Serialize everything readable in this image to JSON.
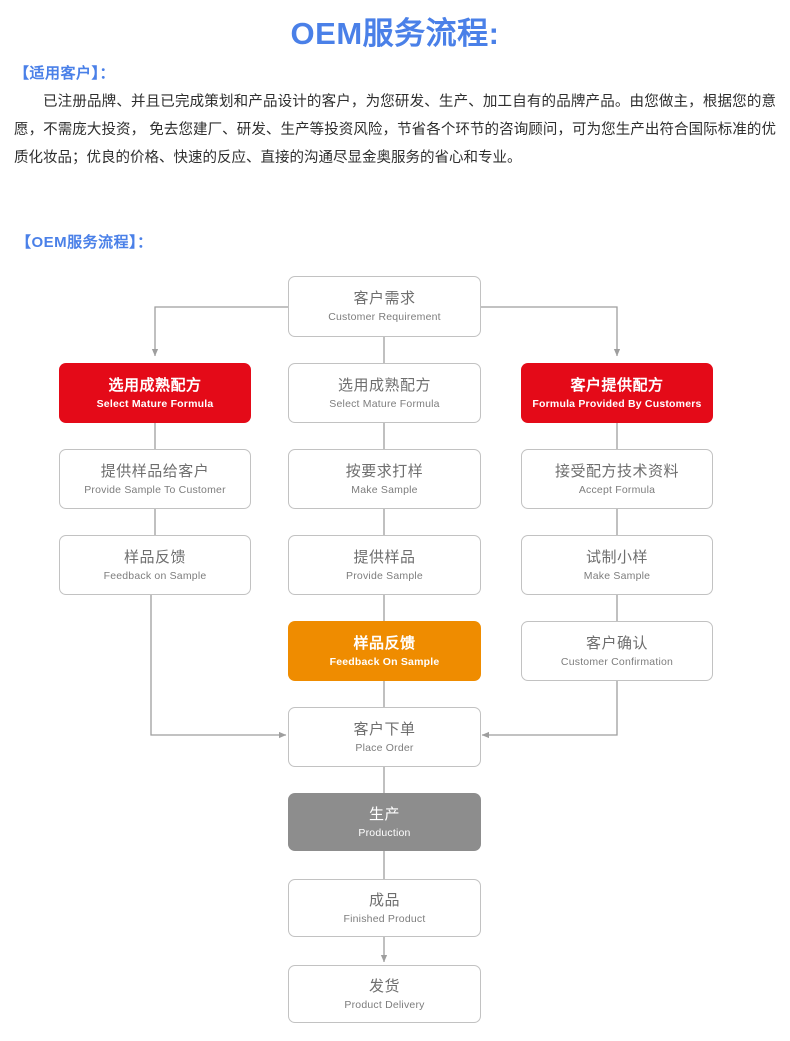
{
  "header": {
    "title": "OEM服务流程:",
    "title_color": "#4a80e8"
  },
  "customers_section": {
    "label": "【适用客户】：",
    "body": "已注册品牌、并且已完成策划和产品设计的客户，为您研发、生产、加工自有的品牌产品。由您做主，根据您的意愿，不需庞大投资， 免去您建厂、研发、生产等投资风险，节省各个环节的咨询顾问，可为您生产出符合国际标准的优质化妆品；优良的价格、快速的反应、直接的沟通尽显金奥服务的省心和专业。"
  },
  "process_section": {
    "label": "【OEM服务流程】："
  },
  "palette": {
    "red": "#e40a18",
    "orange": "#ef8c00",
    "gray": "#8d8d8d",
    "white": "#ffffff",
    "border": "#c2c2c2",
    "line": "#9e9e9e",
    "text": "#6e6e6e"
  },
  "flow": {
    "nodes": [
      {
        "id": "customer-requirement",
        "cn": "客户需求",
        "en": "Customer Requirement",
        "style": "white",
        "col": "center",
        "row": 0
      },
      {
        "id": "select-mature-formula-left",
        "cn": "选用成熟配方",
        "en": "Select Mature Formula",
        "style": "red",
        "col": "left",
        "row": 1
      },
      {
        "id": "select-mature-formula-center",
        "cn": "选用成熟配方",
        "en": "Select Mature Formula",
        "style": "white",
        "col": "center",
        "row": 1
      },
      {
        "id": "formula-provided-by-customers",
        "cn": "客户提供配方",
        "en": "Formula Provided By Customers",
        "style": "red",
        "col": "right",
        "row": 1
      },
      {
        "id": "provide-sample-to-customer",
        "cn": "提供样品给客户",
        "en": "Provide Sample To Customer",
        "style": "white",
        "col": "left",
        "row": 2
      },
      {
        "id": "make-sample-center",
        "cn": "按要求打样",
        "en": "Make Sample",
        "style": "white",
        "col": "center",
        "row": 2
      },
      {
        "id": "accept-formula",
        "cn": "接受配方技术资料",
        "en": "Accept Formula",
        "style": "white",
        "col": "right",
        "row": 2
      },
      {
        "id": "feedback-on-sample-left",
        "cn": "样品反馈",
        "en": "Feedback on Sample",
        "style": "white",
        "col": "left",
        "row": 3
      },
      {
        "id": "provide-sample-center",
        "cn": "提供样品",
        "en": "Provide Sample",
        "style": "white",
        "col": "center",
        "row": 3
      },
      {
        "id": "make-sample-right",
        "cn": "试制小样",
        "en": "Make Sample",
        "style": "white",
        "col": "right",
        "row": 3
      },
      {
        "id": "feedback-on-sample-center",
        "cn": "样品反馈",
        "en": "Feedback On Sample",
        "style": "orange",
        "col": "center",
        "row": 4
      },
      {
        "id": "customer-confirmation",
        "cn": "客户确认",
        "en": "Customer Confirmation",
        "style": "white",
        "col": "right",
        "row": 4
      },
      {
        "id": "place-order",
        "cn": "客户下单",
        "en": "Place Order",
        "style": "white",
        "col": "center",
        "row": 5
      },
      {
        "id": "production",
        "cn": "生产",
        "en": "Production",
        "style": "gray",
        "col": "center",
        "row": 6
      },
      {
        "id": "finished-product",
        "cn": "成品",
        "en": "Finished Product",
        "style": "white",
        "col": "center",
        "row": 7
      },
      {
        "id": "product-delivery",
        "cn": "发货",
        "en": "Product Delivery",
        "style": "white",
        "col": "center",
        "row": 8
      }
    ]
  }
}
